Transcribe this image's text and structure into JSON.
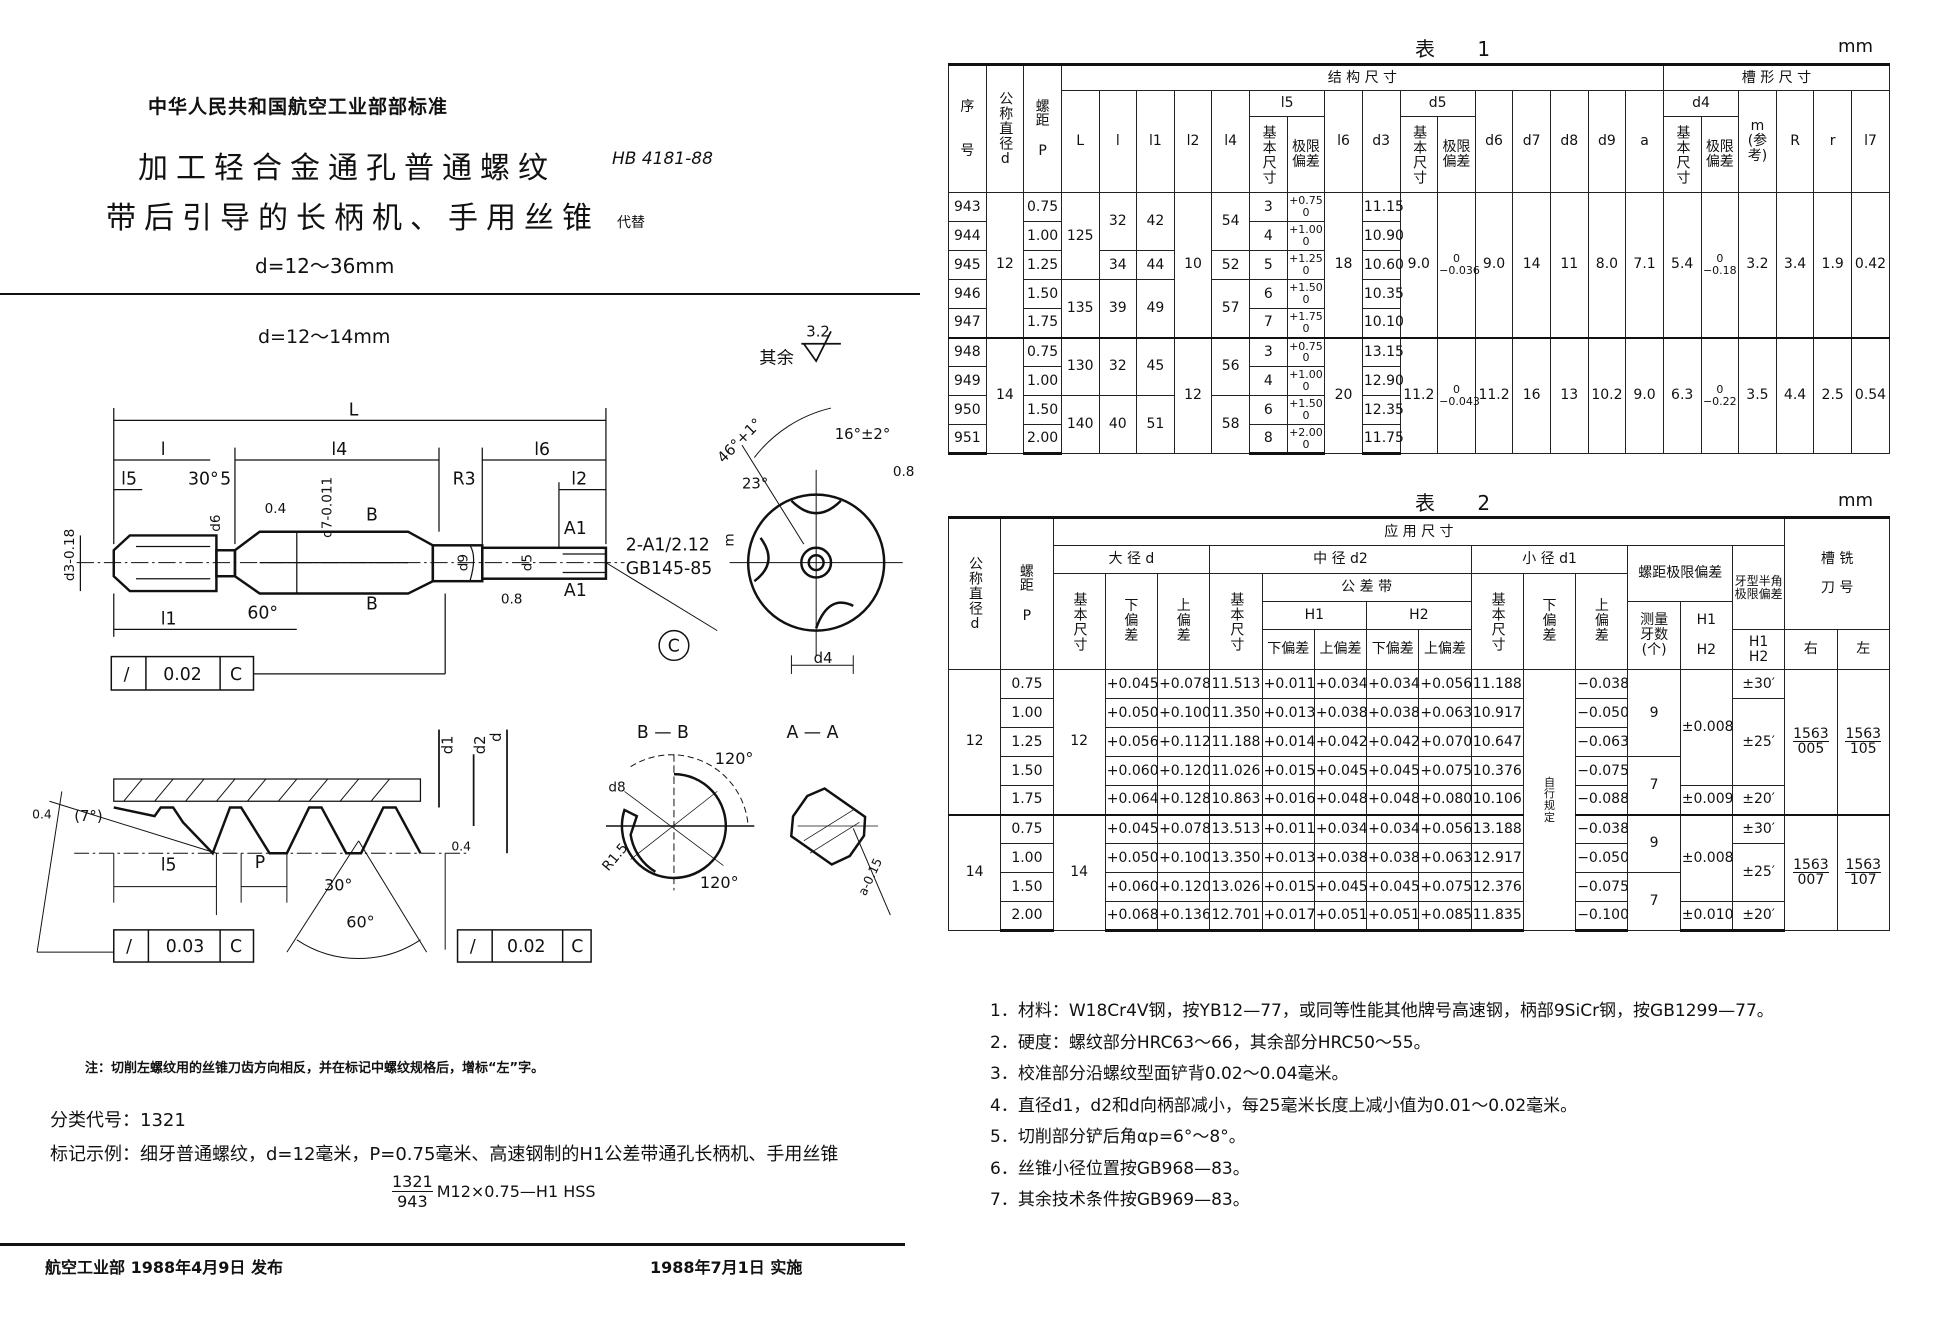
{
  "header": {
    "authority": "中华人民共和国航空工业部部标准",
    "title_line1": "加工轻合金通孔普通螺纹",
    "title_line2": "带后引导的长柄机、手用丝锥",
    "range": "d=12～36mm",
    "standard_no": "HB 4181-88",
    "replaces_label": "代替"
  },
  "drawing": {
    "subrange": "d=12～14mm",
    "surface_rest_label": "其余",
    "surface_rest_value": "3.2",
    "labels": {
      "L": "L",
      "l": "l",
      "l4": "l4",
      "l6": "l6",
      "l5": "l5",
      "l2": "l2",
      "l1": "l1",
      "angle30": "30°",
      "five": "5",
      "r3": "R3",
      "d3": "d3-0.18",
      "d6": "d6",
      "d7": "d7-0.011",
      "d9": "d9",
      "d5": "d5",
      "rough04": "0.4",
      "rough08": "0.8",
      "B": "B",
      "A1": "A1",
      "angle60": "60°",
      "center_hole": "2-A1/2.12",
      "center_hole_std": "GB145-85",
      "datum_c": "C",
      "end_46": "46°+1°",
      "end_16": "16°±2°",
      "end_23": "23°",
      "end_08": "0.8",
      "end_m": "m",
      "end_d4": "d4",
      "d1": "d1",
      "d2": "d2",
      "d": "d",
      "p": "P",
      "profile_7": "(7°)",
      "profile_30": "30°",
      "profile_60": "60°",
      "profile_rough04a": "0.4",
      "profile_rough04b": "0.4",
      "bb": "B — B",
      "aa": "A — A",
      "bb_120a": "120°",
      "bb_120b": "120°",
      "bb_d8": "d8",
      "bb_r15": "R1.5",
      "aa_a": "a-0.15"
    },
    "tolerance_frames": [
      {
        "symbol": "/",
        "value": "0.02",
        "datum": "C"
      },
      {
        "symbol": "/",
        "value": "0.03",
        "datum": "C"
      },
      {
        "symbol": "/",
        "value": "0.02",
        "datum": "C"
      }
    ]
  },
  "note_left": "注：切削左螺纹用的丝锥刀齿方向相反，并在标记中螺纹规格后，增标“左”字。",
  "classification": "分类代号：1321",
  "marking_example": "标记示例：细牙普通螺纹，d=12毫米，P=0.75毫米、高速钢制的H1公差带通孔长柄机、手用丝锥",
  "marking_code": {
    "numerator": "1321",
    "denominator": "943",
    "spec": "M12×0.75—H1  HSS"
  },
  "footer": {
    "issued": "航空工业部 1988年4月9日  发布",
    "effective": "1988年7月1日  实施"
  },
  "table1": {
    "caption": "表 1",
    "unit": "mm",
    "headers": {
      "no": "序\n\n\n号",
      "d": "公称直径d",
      "p": "螺\n距\n\nP",
      "structure": "结    构    尺    寸",
      "groove": "槽  形  尺  寸",
      "L": "L",
      "l": "l",
      "l1": "l1",
      "l2": "l2",
      "l4": "l4",
      "l5": "l5",
      "l6": "l6",
      "d3": "d3",
      "d5": "d5",
      "d6": "d6",
      "d7": "d7",
      "d8": "d8",
      "d9": "d9",
      "a": "a",
      "d4": "d4",
      "m": "m\n(参考)",
      "R": "R",
      "r": "r",
      "l7": "l7",
      "basic": "基本尺寸",
      "dev": "极限\n偏差"
    },
    "rows": [
      [
        "943",
        "12",
        "0.75",
        "125",
        "32",
        "42",
        "10",
        "54",
        "3",
        "+0.75\n0",
        "18",
        "11.15",
        "9.0",
        "0\n−0.036",
        "9.0",
        "14",
        "11",
        "8.0",
        "7.1",
        "5.4",
        "0\n−0.18",
        "3.2",
        "3.4",
        "1.9",
        "0.42"
      ],
      [
        "944",
        null,
        "1.00",
        null,
        null,
        null,
        null,
        null,
        "4",
        "+1.00\n0",
        null,
        "10.90",
        null,
        null,
        null,
        null,
        null,
        null,
        null,
        null,
        null,
        null,
        null,
        null,
        null
      ],
      [
        "945",
        null,
        "1.25",
        null,
        "34",
        "44",
        null,
        "52",
        "5",
        "+1.25\n0",
        null,
        "10.60",
        null,
        null,
        null,
        null,
        null,
        null,
        null,
        null,
        null,
        null,
        null,
        null,
        null
      ],
      [
        "946",
        null,
        "1.50",
        "135",
        "39",
        "49",
        null,
        "57",
        "6",
        "+1.50\n0",
        null,
        "10.35",
        null,
        null,
        null,
        null,
        null,
        null,
        null,
        null,
        null,
        null,
        null,
        null,
        null
      ],
      [
        "947",
        null,
        "1.75",
        null,
        null,
        null,
        null,
        null,
        "7",
        "+1.75\n0",
        null,
        "10.10",
        null,
        null,
        null,
        null,
        null,
        null,
        null,
        null,
        null,
        null,
        null,
        null,
        null
      ],
      [
        "948",
        "14",
        "0.75",
        "130",
        "32",
        "45",
        "12",
        "56",
        "3",
        "+0.75\n0",
        "20",
        "13.15",
        "11.2",
        "0\n−0.043",
        "11.2",
        "16",
        "13",
        "10.2",
        "9.0",
        "6.3",
        "0\n−0.22",
        "3.5",
        "4.4",
        "2.5",
        "0.54"
      ],
      [
        "949",
        null,
        "1.00",
        null,
        null,
        null,
        null,
        null,
        "4",
        "+1.00\n0",
        null,
        "12.90",
        null,
        null,
        null,
        null,
        null,
        null,
        null,
        null,
        null,
        null,
        null,
        null,
        null
      ],
      [
        "950",
        null,
        "1.50",
        "140",
        "40",
        "51",
        null,
        "58",
        "6",
        "+1.50\n0",
        null,
        "12.35",
        null,
        null,
        null,
        null,
        null,
        null,
        null,
        null,
        null,
        null,
        null,
        null,
        null
      ],
      [
        "951",
        null,
        "2.00",
        null,
        null,
        null,
        null,
        null,
        "8",
        "+2.00\n0",
        null,
        "11.75",
        null,
        null,
        null,
        null,
        null,
        null,
        null,
        null,
        null,
        null,
        null,
        null,
        null
      ]
    ]
  },
  "table2": {
    "caption": "表 2",
    "unit": "mm",
    "headers": {
      "d": "公称直径d",
      "p": "螺\n距\n\nP",
      "applied": "应      用      尺      寸",
      "cutter": "槽  铣\n\n刀  号",
      "major": "大  径  d",
      "pitch_d": "中    径    d2",
      "minor": "小  径  d1",
      "pitch_dev": "螺距极限偏差",
      "half_angle": "牙型半角极限偏差",
      "basic": "基本尺寸",
      "lower": "下\n偏\n差",
      "upper": "上\n偏\n差",
      "tol_zone": "公    差    带",
      "H1": "H1",
      "H2": "H2",
      "lower_short": "下偏差",
      "upper_short": "上偏差",
      "teeth": "测量\n牙数\n(个)",
      "h1h2": "H1\n\nH2",
      "h1h2_angle": "H1\nH2",
      "right": "右",
      "left": "左"
    },
    "rows": [
      [
        "12",
        "0.75",
        "12",
        "+0.045",
        "+0.078",
        "11.513",
        "+0.011",
        "+0.034",
        "+0.034",
        "+0.056",
        "11.188",
        "自\n行\n规\n定",
        "−0.038",
        "9",
        "±0.008",
        "±30′",
        {
          "num": "1563",
          "den": "005"
        },
        {
          "num": "1563",
          "den": "105"
        }
      ],
      [
        null,
        "1.00",
        null,
        "+0.050",
        "+0.100",
        "11.350",
        "+0.013",
        "+0.038",
        "+0.038",
        "+0.063",
        "10.917",
        null,
        "−0.050",
        null,
        null,
        "±25′",
        null,
        null
      ],
      [
        null,
        "1.25",
        null,
        "+0.056",
        "+0.112",
        "11.188",
        "+0.014",
        "+0.042",
        "+0.042",
        "+0.070",
        "10.647",
        null,
        "−0.063",
        null,
        null,
        null,
        null,
        null
      ],
      [
        null,
        "1.50",
        null,
        "+0.060",
        "+0.120",
        "11.026",
        "+0.015",
        "+0.045",
        "+0.045",
        "+0.075",
        "10.376",
        null,
        "−0.075",
        "7",
        null,
        null,
        null,
        null
      ],
      [
        null,
        "1.75",
        null,
        "+0.064",
        "+0.128",
        "10.863",
        "+0.016",
        "+0.048",
        "+0.048",
        "+0.080",
        "10.106",
        null,
        "−0.088",
        null,
        "±0.009",
        "±20′",
        null,
        null
      ],
      [
        "14",
        "0.75",
        "14",
        "+0.045",
        "+0.078",
        "13.513",
        "+0.011",
        "+0.034",
        "+0.034",
        "+0.056",
        "13.188",
        null,
        "−0.038",
        "9",
        "±0.008",
        "±30′",
        {
          "num": "1563",
          "den": "007"
        },
        {
          "num": "1563",
          "den": "107"
        }
      ],
      [
        null,
        "1.00",
        null,
        "+0.050",
        "+0.100",
        "13.350",
        "+0.013",
        "+0.038",
        "+0.038",
        "+0.063",
        "12.917",
        null,
        "−0.050",
        null,
        null,
        "±25′",
        null,
        null
      ],
      [
        null,
        "1.50",
        null,
        "+0.060",
        "+0.120",
        "13.026",
        "+0.015",
        "+0.045",
        "+0.045",
        "+0.075",
        "12.376",
        null,
        "−0.075",
        "7",
        null,
        null,
        null,
        null
      ],
      [
        null,
        "2.00",
        null,
        "+0.068",
        "+0.136",
        "12.701",
        "+0.017",
        "+0.051",
        "+0.051",
        "+0.085",
        "11.835",
        null,
        "−0.100",
        null,
        "±0.010",
        "±20′",
        null,
        null
      ]
    ]
  },
  "notes": [
    "1．材料：W18Cr4V钢，按YB12—77，或同等性能其他牌号高速钢，柄部9SiCr钢，按GB1299—77。",
    "2．硬度：螺纹部分HRC63～66，其余部分HRC50～55。",
    "3．校准部分沿螺纹型面铲背0.02～0.04毫米。",
    "4．直径d1，d2和d向柄部减小，每25毫米长度上减小值为0.01～0.02毫米。",
    "5．切削部分铲后角αp=6°～8°。",
    "6．丝锥小径位置按GB968—83。",
    "7．其余技术条件按GB969—83。"
  ]
}
